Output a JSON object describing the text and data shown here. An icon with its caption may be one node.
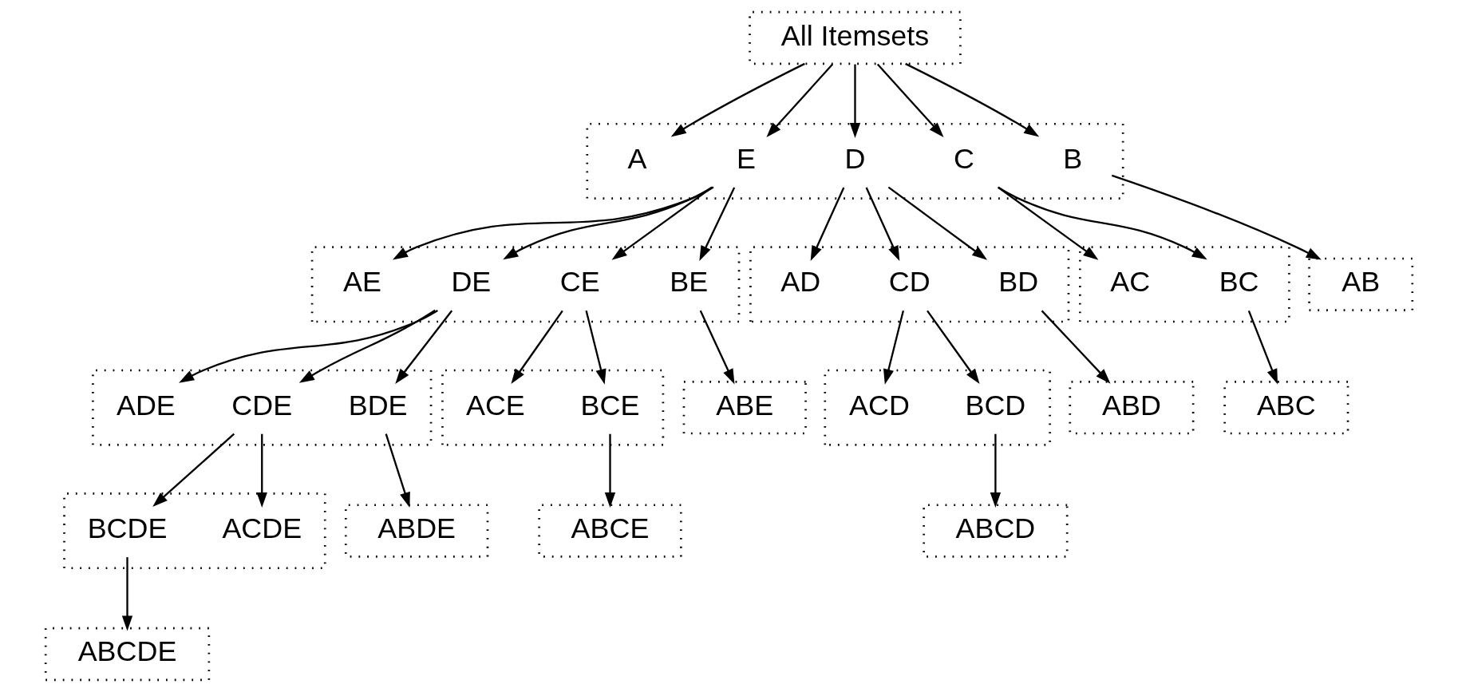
{
  "diagram": {
    "nodes": [
      {
        "text": [
          "All Itemsets"
        ]
      },
      {
        "text": [],
        "shape": "box"
      },
      {
        "text": [
          "E"
        ],
        "in": 1
      },
      {
        "text": [
          "D"
        ],
        "in": 1
      },
      {
        "text": [
          "C"
        ],
        "in": 1
      },
      {
        "text": [
          "B"
        ],
        "in": 1
      },
      {
        "text": [
          "A"
        ],
        "in": 1
      },
      {
        "text": [],
        "shape": "box"
      },
      {
        "text": [
          "DE"
        ],
        "in": 7
      },
      {
        "text": [
          "CE"
        ],
        "in": 7
      },
      {
        "text": [
          "BE"
        ],
        "in": 7
      },
      {
        "text": [
          "AE"
        ],
        "in": 7
      },
      {
        "text": [],
        "shape": "box"
      },
      {
        "text": [
          "CD"
        ],
        "in": 12
      },
      {
        "text": [
          "BD"
        ],
        "in": 12
      },
      {
        "text": [
          "AD"
        ],
        "in": 12
      },
      {
        "text": [],
        "shape": "box"
      },
      {
        "text": [
          "BC"
        ],
        "in": 16
      },
      {
        "text": [
          "AC"
        ],
        "in": 16
      },
      {
        "text": [
          "AB"
        ]
      },
      {
        "text": [],
        "shape": "box"
      },
      {
        "text": [
          "CDE"
        ],
        "in": 20
      },
      {
        "text": [
          "BDE"
        ],
        "in": 20
      },
      {
        "text": [
          "ADE"
        ],
        "in": 20
      },
      {
        "text": [],
        "shape": "box"
      },
      {
        "text": [
          "BCE"
        ],
        "in": 24
      },
      {
        "text": [
          "ACE"
        ],
        "in": 24
      },
      {
        "text": [
          "ABE"
        ]
      },
      {
        "text": [],
        "shape": "box"
      },
      {
        "text": [
          "BCD"
        ],
        "in": 28
      },
      {
        "text": [
          "ACD"
        ],
        "in": 28
      },
      {
        "text": [
          "ABD"
        ]
      },
      {
        "text": [
          "ABC"
        ]
      },
      {
        "text": [],
        "shape": "box"
      },
      {
        "text": [
          "ACDE"
        ],
        "in": 33
      },
      {
        "text": [
          "BCDE"
        ],
        "in": 33
      },
      {
        "text": [
          "ABDE"
        ]
      },
      {
        "text": [
          "ABCE"
        ]
      },
      {
        "text": [
          "ABCD"
        ]
      },
      {
        "text": [
          "ABCDE"
        ]
      }
    ],
    "edges": [
      {
        "from": 0,
        "to": 2,
        "arrow": "to"
      },
      {
        "from": 0,
        "to": 3,
        "arrow": "to"
      },
      {
        "from": 0,
        "to": 4,
        "arrow": "to"
      },
      {
        "from": 0,
        "to": 5,
        "arrow": "to"
      },
      {
        "from": 0,
        "to": 6,
        "arrow": "to"
      },
      {
        "from": 2,
        "to": 8,
        "arrow": "to"
      },
      {
        "from": 2,
        "to": 9,
        "arrow": "to"
      },
      {
        "from": 2,
        "to": 10,
        "arrow": "to"
      },
      {
        "from": 2,
        "to": 11,
        "arrow": "to"
      },
      {
        "from": 3,
        "to": 13,
        "arrow": "to"
      },
      {
        "from": 3,
        "to": 14,
        "arrow": "to"
      },
      {
        "from": 3,
        "to": 15,
        "arrow": "to"
      },
      {
        "from": 4,
        "to": 17,
        "arrow": "to"
      },
      {
        "from": 4,
        "to": 18,
        "arrow": "to"
      },
      {
        "from": 5,
        "to": 19,
        "arrow": "to"
      },
      {
        "from": 8,
        "to": 21,
        "arrow": "to"
      },
      {
        "from": 8,
        "to": 22,
        "arrow": "to"
      },
      {
        "from": 8,
        "to": 23,
        "arrow": "to"
      },
      {
        "from": 9,
        "to": 25,
        "arrow": "to"
      },
      {
        "from": 9,
        "to": 26,
        "arrow": "to"
      },
      {
        "from": 10,
        "to": 27,
        "arrow": "to"
      },
      {
        "from": 13,
        "to": 29,
        "arrow": "to"
      },
      {
        "from": 13,
        "to": 30,
        "arrow": "to"
      },
      {
        "from": 14,
        "to": 31,
        "arrow": "to"
      },
      {
        "from": 17,
        "to": 32,
        "arrow": "to"
      },
      {
        "from": 21,
        "to": 34,
        "arrow": "to"
      },
      {
        "from": 21,
        "to": 35,
        "arrow": "to"
      },
      {
        "from": 22,
        "to": 36,
        "arrow": "to"
      },
      {
        "from": 25,
        "to": 37,
        "arrow": "to"
      },
      {
        "from": 29,
        "to": 38,
        "arrow": "to"
      },
      {
        "from": 35,
        "to": 39,
        "arrow": "to"
      }
    ]
  }
}
